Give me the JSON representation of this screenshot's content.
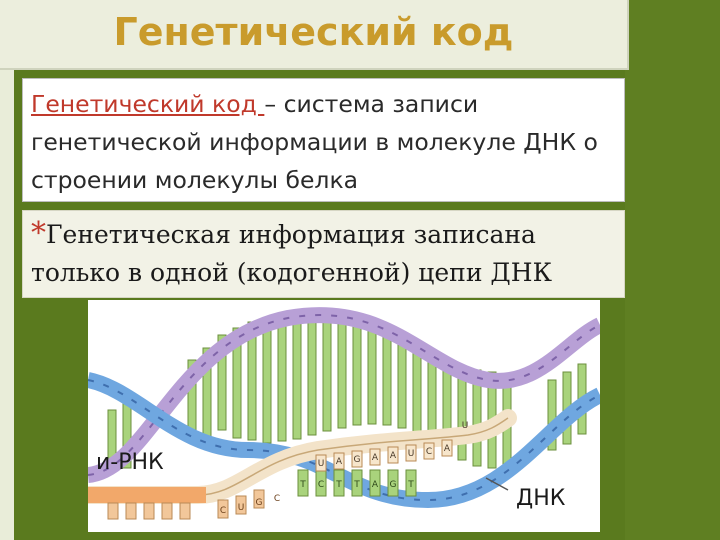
{
  "slide": {
    "title": "Генетический код",
    "definition": {
      "term": "Генетический код ",
      "text": "– система записи генетической информации в молекуле ДНК о строении молекулы белка"
    },
    "note": {
      "bullet": "*",
      "text": "Генетическая информация записана только в одной (кодогенной) цепи ДНК"
    },
    "diagram": {
      "label_mrna": "и-РНК",
      "label_dna": "ДНК",
      "mrna_letters": [
        "U",
        "A",
        "G",
        "A",
        "A",
        "U",
        "C",
        "A",
        "U"
      ],
      "dna_letters": [
        "T",
        "C",
        "T",
        "T",
        "A",
        "G",
        "T"
      ],
      "mrna_tail_letters": [
        "C",
        "U",
        "G",
        "C"
      ],
      "colors": {
        "strand_purple": "#b8a0d6",
        "strand_blue": "#6fa7e0",
        "rung_green": "#a9d37c",
        "mrna_strand": "#f3e3c9",
        "mrna_tail": "#f2a86a"
      }
    }
  }
}
